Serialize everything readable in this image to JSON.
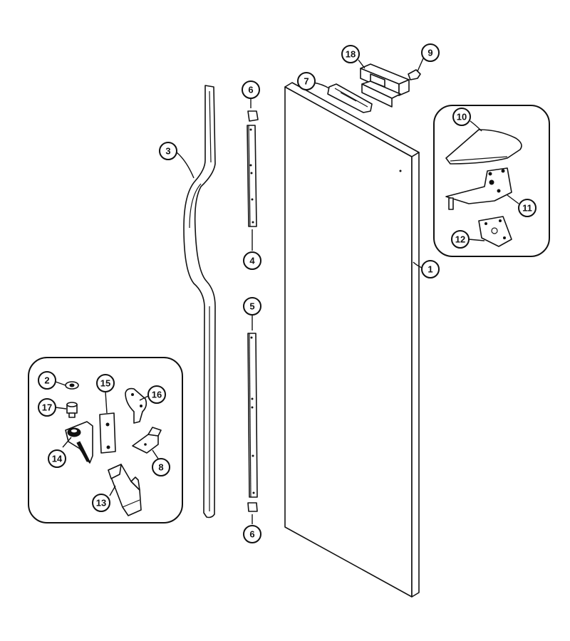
{
  "callouts": {
    "c1": "1",
    "c2": "2",
    "c3": "3",
    "c4": "4",
    "c5": "5",
    "c6a": "6",
    "c6b": "6",
    "c7": "7",
    "c8": "8",
    "c9": "9",
    "c10": "10",
    "c11": "11",
    "c12": "12",
    "c13": "13",
    "c14": "14",
    "c15": "15",
    "c16": "16",
    "c17": "17",
    "c18": "18"
  }
}
